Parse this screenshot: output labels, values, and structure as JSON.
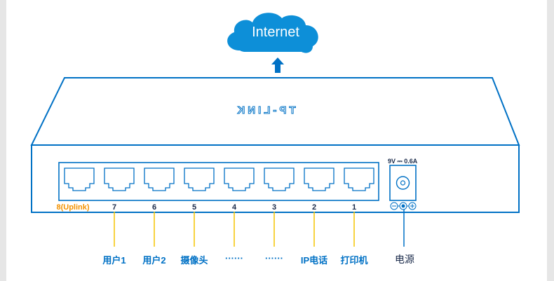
{
  "cloud": {
    "label": "Internet"
  },
  "switch": {
    "brand_mirrored": "TP-LINK",
    "power_rating": "9V ⎓ 0.6A",
    "ports": [
      {
        "number": "8(Uplink)",
        "uplink": true
      },
      {
        "number": "7"
      },
      {
        "number": "6"
      },
      {
        "number": "5"
      },
      {
        "number": "4"
      },
      {
        "number": "3"
      },
      {
        "number": "2"
      },
      {
        "number": "1"
      }
    ]
  },
  "devices": [
    {
      "label": "用户1"
    },
    {
      "label": "用户2"
    },
    {
      "label": "摄像头"
    },
    {
      "label": "······"
    },
    {
      "label": "······"
    },
    {
      "label": "IP电话"
    },
    {
      "label": "打印机"
    }
  ],
  "power_label": "电源",
  "colors": {
    "outline": "#0071c5",
    "accent": "#0071c5",
    "uplink": "#f39200",
    "drop_line": "#f5c400",
    "background": "#e6e6e6"
  }
}
